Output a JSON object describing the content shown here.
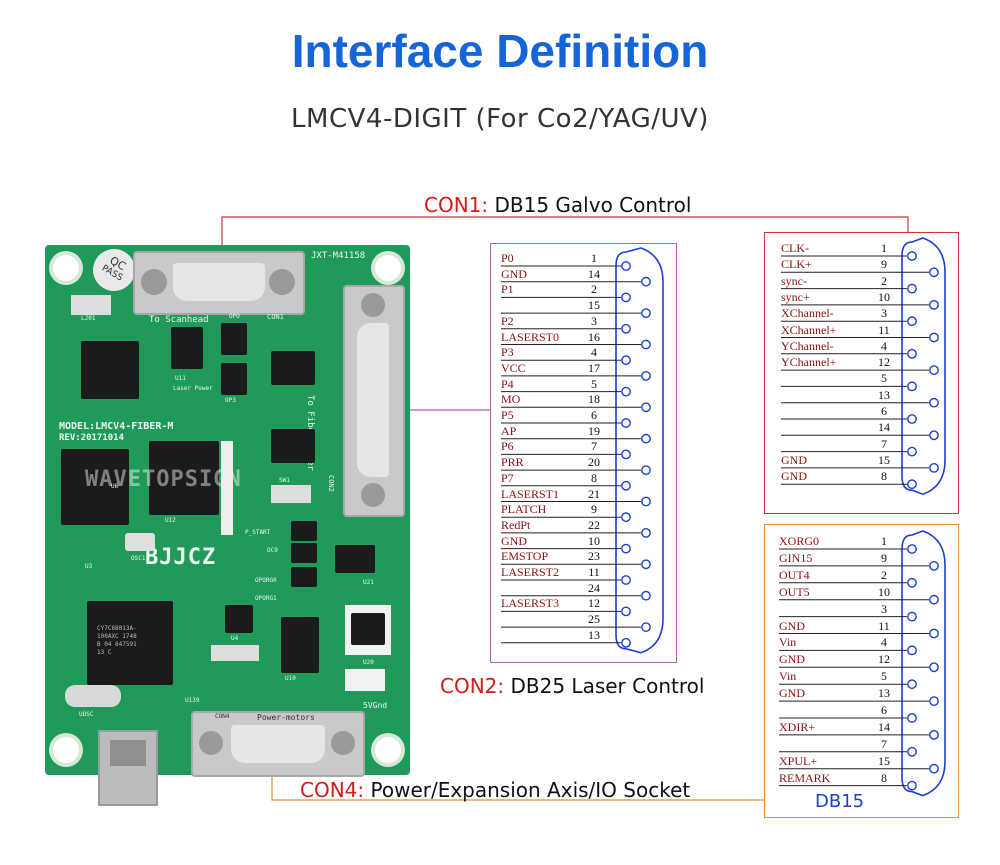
{
  "title": "Interface Definition",
  "subtitle": "LMCV4-DIGIT (For Co2/YAG/UV)",
  "con1": {
    "name": "CON1:",
    "desc": "DB15 Galvo Control"
  },
  "con2": {
    "name": "CON2:",
    "desc": "DB25 Laser Control"
  },
  "con4": {
    "name": "CON4:",
    "desc": "Power/Expansion Axis/IO Socket"
  },
  "colors": {
    "title": "#1565d8",
    "con_label": "#d41a1a",
    "signal_text": "#8b1010",
    "db15_label": "#1d3fd0",
    "pcb": "#1f9a5a"
  },
  "board": {
    "qc": "QC",
    "pass": "PASS",
    "part_no": "JXT-M41158",
    "to_scanhead": "To Scanhead",
    "con1": "CON1",
    "to_fiber_laser": "To Fiber Laser",
    "con2": "CON2",
    "model": "MODEL:LMCV4-FIBER-M",
    "rev": "REV:20171014",
    "brand": "BJJCZ",
    "power_motors": "Power-motors",
    "con4": "CON4",
    "v5gnd": "5VGnd",
    "watermark": "WAVETOPSIGN",
    "opd": "OPD",
    "op3": "OP3",
    "laser_power": "Laser Power",
    "u11": "U11",
    "u6": "U6",
    "u12": "U12",
    "u3": "U3",
    "osc1": "OSC1",
    "p_start": "P_START",
    "oc9": "OC9",
    "oporg0": "OPORG0",
    "oporg1": "OPORG1",
    "u21": "U21",
    "u20": "U20",
    "u10": "U10",
    "u4": "U4",
    "u139": "U139",
    "uosc": "UOSC",
    "sw1": "SW1",
    "lj01": "LJ01",
    "mcu_marking": [
      "CY7C68013A-",
      "100AXC 1748",
      "B 04 847591",
      "13 C"
    ]
  },
  "db25": {
    "rows": [
      {
        "signal": "P0",
        "pin": "1"
      },
      {
        "signal": "GND",
        "pin": "14"
      },
      {
        "signal": "P1",
        "pin": "2"
      },
      {
        "signal": "",
        "pin": "15"
      },
      {
        "signal": "P2",
        "pin": "3"
      },
      {
        "signal": "LASERST0",
        "pin": "16"
      },
      {
        "signal": "P3",
        "pin": "4"
      },
      {
        "signal": "VCC",
        "pin": "17"
      },
      {
        "signal": "P4",
        "pin": "5"
      },
      {
        "signal": "MO",
        "pin": "18"
      },
      {
        "signal": "P5",
        "pin": "6"
      },
      {
        "signal": "AP",
        "pin": "19"
      },
      {
        "signal": "P6",
        "pin": "7"
      },
      {
        "signal": "PRR",
        "pin": "20"
      },
      {
        "signal": "P7",
        "pin": "8"
      },
      {
        "signal": "LASERST1",
        "pin": "21"
      },
      {
        "signal": "PLATCH",
        "pin": "9"
      },
      {
        "signal": "RedPt",
        "pin": "22"
      },
      {
        "signal": "GND",
        "pin": "10"
      },
      {
        "signal": "EMSTOP",
        "pin": "23"
      },
      {
        "signal": "LASERST2",
        "pin": "11"
      },
      {
        "signal": "",
        "pin": "24"
      },
      {
        "signal": "LASERST3",
        "pin": "12"
      },
      {
        "signal": "",
        "pin": "25"
      },
      {
        "signal": "",
        "pin": "13"
      }
    ]
  },
  "db15_galvo": {
    "rows": [
      {
        "signal": "CLK-",
        "pin": "1"
      },
      {
        "signal": "CLK+",
        "pin": "9"
      },
      {
        "signal": "sync-",
        "pin": "2"
      },
      {
        "signal": "sync+",
        "pin": "10"
      },
      {
        "signal": "XChannel-",
        "pin": "3"
      },
      {
        "signal": "XChannel+",
        "pin": "11"
      },
      {
        "signal": "YChannel-",
        "pin": "4"
      },
      {
        "signal": "YChannel+",
        "pin": "12"
      },
      {
        "signal": "",
        "pin": "5"
      },
      {
        "signal": "",
        "pin": "13"
      },
      {
        "signal": "",
        "pin": "6"
      },
      {
        "signal": "",
        "pin": "14"
      },
      {
        "signal": "",
        "pin": "7"
      },
      {
        "signal": "GND",
        "pin": "15"
      },
      {
        "signal": "GND",
        "pin": "8"
      }
    ]
  },
  "db15_power": {
    "label": "DB15",
    "rows": [
      {
        "signal": "XORG0",
        "pin": "1"
      },
      {
        "signal": "GIN15",
        "pin": "9"
      },
      {
        "signal": "OUT4",
        "pin": "2"
      },
      {
        "signal": "OUT5",
        "pin": "10"
      },
      {
        "signal": "",
        "pin": "3"
      },
      {
        "signal": "GND",
        "pin": "11"
      },
      {
        "signal": "Vin",
        "pin": "4"
      },
      {
        "signal": "GND",
        "pin": "12"
      },
      {
        "signal": "Vin",
        "pin": "5"
      },
      {
        "signal": "GND",
        "pin": "13"
      },
      {
        "signal": "",
        "pin": "6"
      },
      {
        "signal": "XDIR+",
        "pin": "14"
      },
      {
        "signal": "",
        "pin": "7"
      },
      {
        "signal": "XPUL+",
        "pin": "15"
      },
      {
        "signal": "REMARK",
        "pin": "8"
      }
    ]
  }
}
